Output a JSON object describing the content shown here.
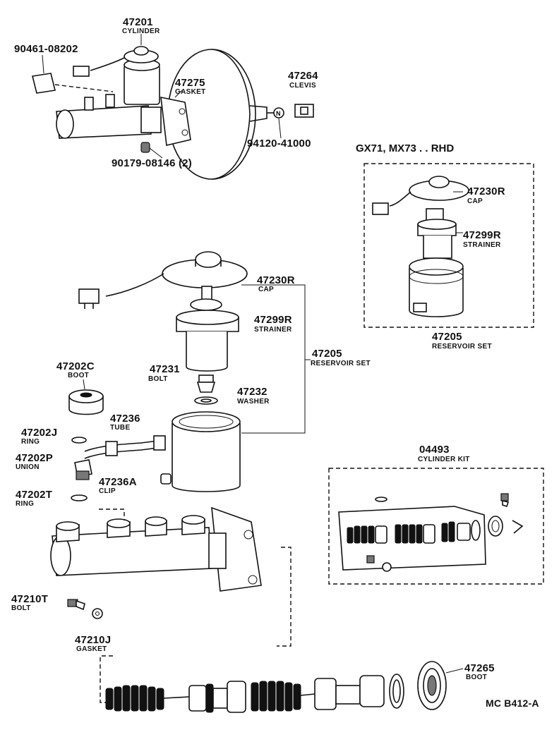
{
  "diagram_code": "MC B412-A",
  "variant_header": "GX71, MX73 . . RHD",
  "parts": {
    "p47201": {
      "number": "47201",
      "name": "CYLINDER"
    },
    "p90461": {
      "number": "90461-08202",
      "name": ""
    },
    "p47275": {
      "number": "47275",
      "name": "GASKET"
    },
    "p47264": {
      "number": "47264",
      "name": "CLEVIS"
    },
    "p94120": {
      "number": "94120-41000",
      "name": ""
    },
    "p90179": {
      "number": "90179-08146 (2)",
      "name": ""
    },
    "p47230R": {
      "number": "47230R",
      "name": "CAP"
    },
    "p47299R": {
      "number": "47299R",
      "name": "STRAINER"
    },
    "p47205": {
      "number": "47205",
      "name": "RESERVOIR SET"
    },
    "p47231": {
      "number": "47231",
      "name": "BOLT"
    },
    "p47232": {
      "number": "47232",
      "name": "WASHER"
    },
    "p47202C": {
      "number": "47202C",
      "name": "BOOT"
    },
    "p47236": {
      "number": "47236",
      "name": "TUBE"
    },
    "p47202J": {
      "number": "47202J",
      "name": "RING"
    },
    "p47202P": {
      "number": "47202P",
      "name": "UNION"
    },
    "p47236A": {
      "number": "47236A",
      "name": "CLIP"
    },
    "p47202T": {
      "number": "47202T",
      "name": "RING"
    },
    "p04493": {
      "number": "04493",
      "name": "CYLINDER KIT"
    },
    "p47210T": {
      "number": "47210T",
      "name": "BOLT"
    },
    "p47210J": {
      "number": "47210J",
      "name": "GASKET"
    },
    "p47265": {
      "number": "47265",
      "name": "BOOT"
    }
  },
  "inset_parts": {
    "p47230R": {
      "number": "47230R",
      "name": "CAP"
    },
    "p47299R": {
      "number": "47299R",
      "name": "STRAINER"
    },
    "p47205": {
      "number": "47205",
      "name": "RESERVOIR SET"
    }
  },
  "icons": [
    "brake-booster-drawing",
    "master-cylinder-drawing",
    "reservoir-drawing",
    "piston-assembly-drawing"
  ]
}
